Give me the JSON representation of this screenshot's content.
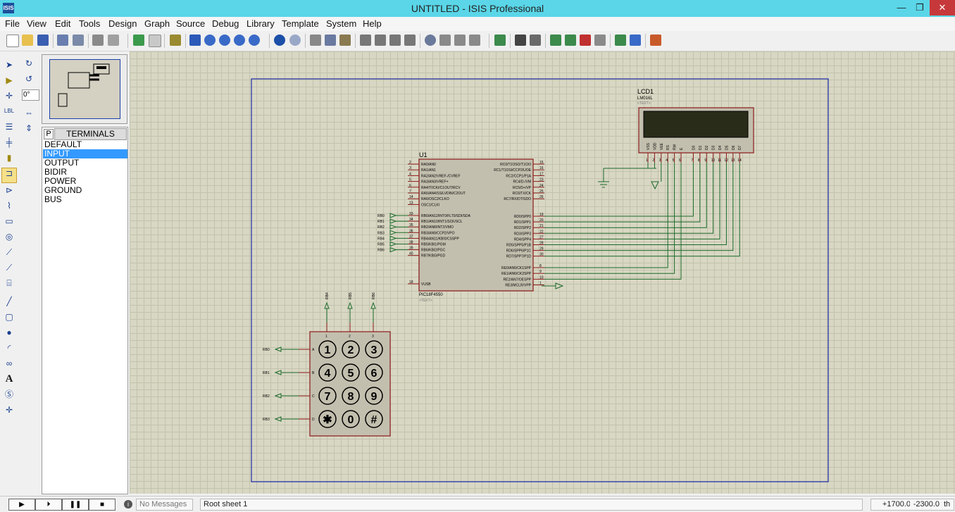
{
  "window": {
    "title": "UNTITLED - ISIS Professional",
    "app_icon": "ISIS",
    "minimize": "—",
    "maximize": "❐",
    "close": "✕"
  },
  "menu": [
    "File",
    "Edit",
    "View",
    "Tools",
    "Design",
    "Graph",
    "Source",
    "Debug",
    "Library",
    "Template",
    "System",
    "Help"
  ],
  "rotation": "0°",
  "selector": {
    "mode_button": "P",
    "header": "TERMINALS",
    "items": [
      "DEFAULT",
      "INPUT",
      "OUTPUT",
      "BIDIR",
      "POWER",
      "GROUND",
      "BUS"
    ],
    "selected": "INPUT"
  },
  "schematic": {
    "lcd": {
      "ref": "LCD1",
      "part": "LM016L",
      "text": "<TEXT>",
      "pin_names": [
        "VSS",
        "VDD",
        "VEE",
        "RS",
        "RW",
        "E",
        "D0",
        "D1",
        "D2",
        "D3",
        "D4",
        "D5",
        "D6",
        "D7"
      ],
      "pin_numbers": [
        "1",
        "2",
        "3",
        "4",
        "5",
        "6",
        "7",
        "8",
        "9",
        "10",
        "11",
        "12",
        "13",
        "14"
      ]
    },
    "mcu": {
      "ref": "U1",
      "part": "PIC18F4550",
      "text": "<TEXT>",
      "left_pins": [
        {
          "num": "2",
          "name": "RA0/AN0"
        },
        {
          "num": "3",
          "name": "RA1/AN1"
        },
        {
          "num": "4",
          "name": "RA2/AN2/VREF-/CVREF"
        },
        {
          "num": "5",
          "name": "RA3/AN3/VREF+"
        },
        {
          "num": "6",
          "name": "RA4/T0CKI/C1OUT/RCV"
        },
        {
          "num": "7",
          "name": "RA5/AN4/SS/LVDIN/C2OUT"
        },
        {
          "num": "14",
          "name": "RA6/OSC2/CLKO"
        },
        {
          "num": "13",
          "name": "OSC1/CLKI"
        },
        {
          "num": "33",
          "name": "RB0/AN12/INT0/FLT0/SDI/SDA"
        },
        {
          "num": "34",
          "name": "RB1/AN10/INT1/SCK/SCL"
        },
        {
          "num": "35",
          "name": "RB2/AN8/INT2/VMO"
        },
        {
          "num": "36",
          "name": "RB3/AN9/CCP2/VPO"
        },
        {
          "num": "37",
          "name": "RB4/AN11/KBI0/CSSPP"
        },
        {
          "num": "38",
          "name": "RB5/KBI1/PGM"
        },
        {
          "num": "39",
          "name": "RB6/KBI2/PGC"
        },
        {
          "num": "40",
          "name": "RB7/KBI3/PGD"
        },
        {
          "num": "18",
          "name": "VUSB"
        }
      ],
      "right_pins": [
        {
          "num": "15",
          "name": "RC0/T1OSO/T1CKI"
        },
        {
          "num": "16",
          "name": "RC1/T1OSI/CCP2/UOE"
        },
        {
          "num": "17",
          "name": "RC2/CCP1/P1A"
        },
        {
          "num": "23",
          "name": "RC4/D-/VM"
        },
        {
          "num": "24",
          "name": "RC5/D+/VP"
        },
        {
          "num": "25",
          "name": "RC6/TX/CK"
        },
        {
          "num": "26",
          "name": "RC7/RX/DT/SDO"
        },
        {
          "num": "19",
          "name": "RD0/SPP0"
        },
        {
          "num": "20",
          "name": "RD1/SPP1"
        },
        {
          "num": "21",
          "name": "RD2/SPP2"
        },
        {
          "num": "22",
          "name": "RD3/SPP3"
        },
        {
          "num": "27",
          "name": "RD4/SPP4"
        },
        {
          "num": "28",
          "name": "RD5/SPP5/P1B"
        },
        {
          "num": "29",
          "name": "RD6/SPP6/P1C"
        },
        {
          "num": "30",
          "name": "RD7/SPP7/P1D"
        },
        {
          "num": "8",
          "name": "RE0/AN5/CK1SPP"
        },
        {
          "num": "9",
          "name": "RE1/AN6/CK2SPP"
        },
        {
          "num": "10",
          "name": "RE2/AN7/OESPP"
        },
        {
          "num": "1",
          "name": "RE3/MCLR/VPP"
        }
      ]
    },
    "mcu_port_labels": [
      "RB0",
      "RB1",
      "RB2",
      "RB3",
      "RB4",
      "RB5",
      "RB6"
    ],
    "keypad": {
      "row_labels": [
        "RB0",
        "RB1",
        "RB2",
        "RB3"
      ],
      "row_letters": [
        "A",
        "B",
        "C",
        "D"
      ],
      "col_labels": [
        "RB4",
        "RB5",
        "RB6"
      ],
      "col_numbers": [
        "1",
        "2",
        "3"
      ],
      "keys": [
        "1",
        "2",
        "3",
        "4",
        "5",
        "6",
        "7",
        "8",
        "9",
        "✱",
        "0",
        "#"
      ]
    }
  },
  "status": {
    "messages": "No Messages",
    "sheet": "Root sheet 1",
    "coord_x": "+1700.0",
    "coord_y": "-2300.0",
    "unit": "th"
  },
  "sim_buttons": [
    "▶",
    "⏵",
    "❚❚",
    "■"
  ]
}
